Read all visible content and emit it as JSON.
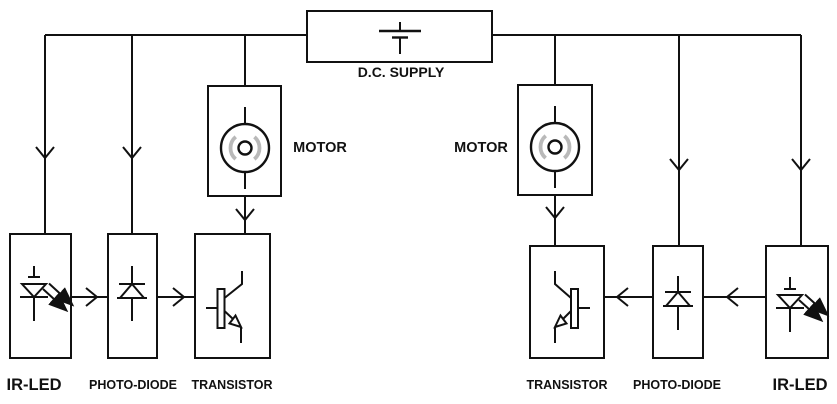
{
  "diagram": {
    "background": "#ffffff",
    "line_color": "#111111",
    "motor_arc_color": "#b9b9b9",
    "power_supply": {
      "label": "D.C. SUPPLY",
      "icon": "battery-cell-icon"
    },
    "left_channel": {
      "motor": {
        "label": "MOTOR",
        "icon": "dc-motor-icon"
      },
      "ir_led": {
        "label": "IR-LED",
        "icon": "ir-led-icon"
      },
      "photo_diode": {
        "label": "PHOTO-DIODE",
        "icon": "photo-diode-icon"
      },
      "transistor": {
        "label": "TRANSISTOR",
        "icon": "npn-transistor-icon"
      }
    },
    "right_channel": {
      "motor": {
        "label": "MOTOR",
        "icon": "dc-motor-icon"
      },
      "ir_led": {
        "label": "IR-LED",
        "icon": "ir-led-icon"
      },
      "photo_diode": {
        "label": "PHOTO-DIODE",
        "icon": "photo-diode-icon"
      },
      "transistor": {
        "label": "TRANSISTOR",
        "icon": "npn-transistor-icon"
      }
    }
  }
}
